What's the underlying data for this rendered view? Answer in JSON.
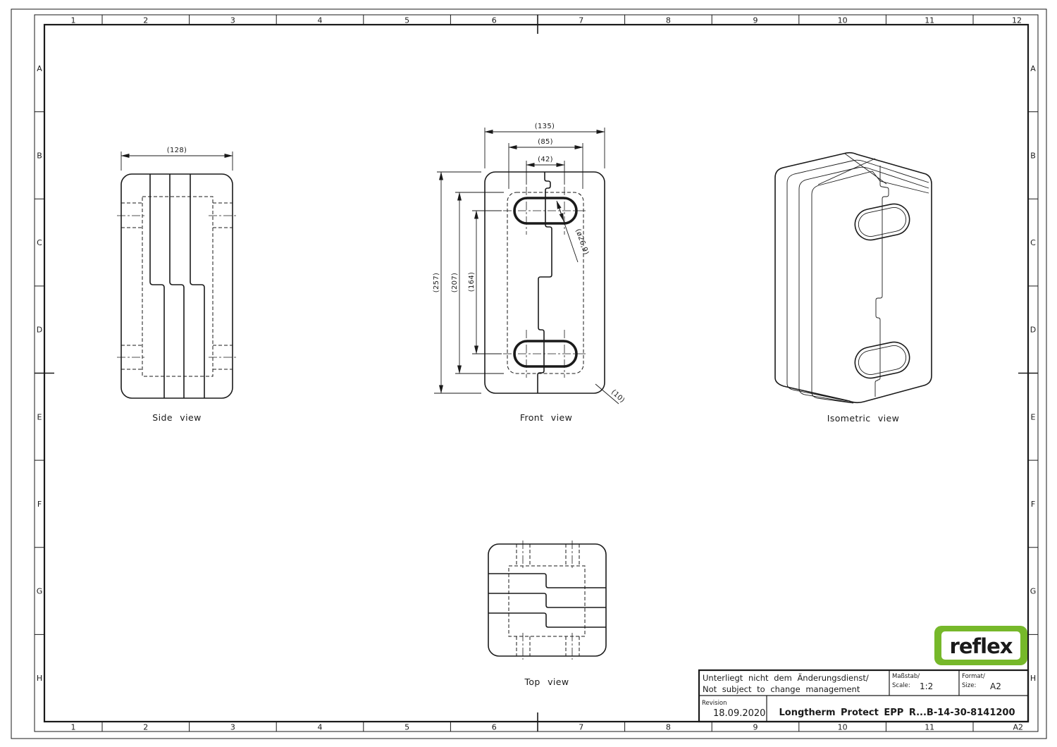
{
  "sheet": {
    "grid": {
      "top_labels": [
        "1",
        "2",
        "3",
        "4",
        "5",
        "6",
        "7",
        "8",
        "9",
        "10",
        "11",
        "12"
      ],
      "bottom_labels": [
        "1",
        "2",
        "3",
        "4",
        "5",
        "6",
        "7",
        "8",
        "9",
        "10",
        "11",
        "A2"
      ],
      "left_labels": [
        "A",
        "B",
        "C",
        "D",
        "E",
        "F",
        "G",
        "H"
      ],
      "right_labels": [
        "A",
        "B",
        "C",
        "D",
        "E",
        "F",
        "G",
        "H"
      ]
    },
    "views": {
      "side": {
        "label": "Side view",
        "width_dim": "(128)"
      },
      "front": {
        "label": "Front view",
        "dims": {
          "overall_width": "(135)",
          "inner_width": "(85)",
          "slot_spacing": "(42)",
          "overall_height": "(257)",
          "inner_height": "(207)",
          "slot_vertical_spacing": "(164)",
          "slot_diameter": "(ø26,9)",
          "corner_radius": "(10)"
        }
      },
      "top": {
        "label": "Top view"
      },
      "isometric": {
        "label": "Isometric view"
      }
    },
    "title_block": {
      "change_note_de": "Unterliegt nicht dem Änderungsdienst/",
      "change_note_en": "Not subject to change management",
      "scale_label_de": "Maßstab/",
      "scale_label_en": "Scale:",
      "scale_value": "1:2",
      "format_label_de": "Format/",
      "format_label_en": "Size:",
      "format_value": "A2",
      "revision_label": "Revision",
      "revision_date": "18.09.2020",
      "drawing_title": "Longtherm Protect EPP R...B-14-30-8141200"
    },
    "logo": {
      "text": "reflex",
      "green": "#76b82a"
    },
    "colors": {
      "line": "#1a1a1a",
      "background": "#ffffff"
    }
  }
}
